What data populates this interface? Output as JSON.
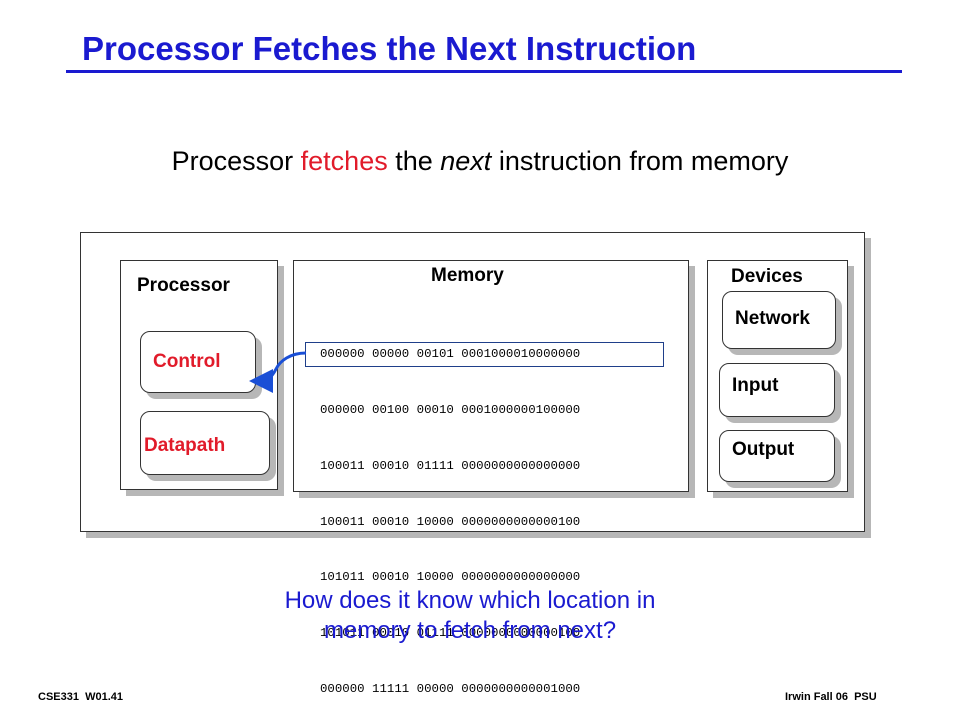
{
  "title": "Processor Fetches the Next Instruction",
  "subtitle": {
    "part1": "Processor ",
    "highlight": "fetches",
    "part2": " the ",
    "emphasis": "next",
    "part3": " instruction from memory"
  },
  "diagram": {
    "processor": {
      "label": "Processor",
      "control": "Control",
      "datapath": "Datapath"
    },
    "memory": {
      "label": "Memory",
      "lines": [
        "000000 00000 00101 0001000010000000",
        "000000 00100 00010 0001000000100000",
        "100011 00010 01111 0000000000000000",
        "100011 00010 10000 0000000000000100",
        "101011 00010 10000 0000000000000000",
        "101011 00010 01111 0000000000000100",
        "000000 11111 00000 0000000000001000"
      ]
    },
    "devices": {
      "label": "Devices",
      "network": "Network",
      "input": "Input",
      "output": "Output"
    }
  },
  "question": {
    "line1": "How does it know which location in",
    "line2": "memory to fetch from next?"
  },
  "footer": {
    "left": "CSE331  W01.41",
    "right": "Irwin Fall 06  PSU"
  },
  "colors": {
    "title": "#1a1ad0",
    "accent_red": "#e11b2a",
    "arrow": "#1a4fd6"
  }
}
